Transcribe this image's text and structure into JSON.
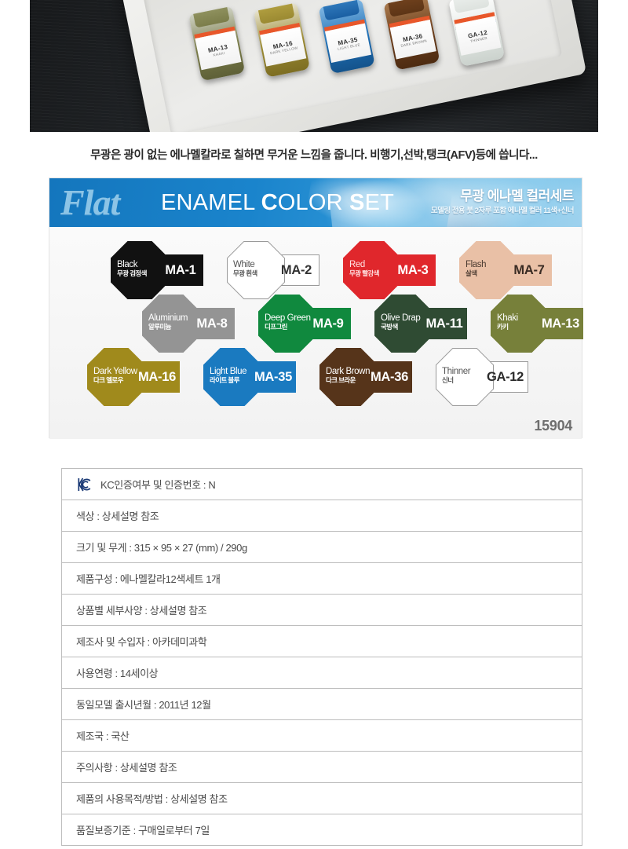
{
  "photo": {
    "alt": "Akademi Flat Enamel paint bottles in white tray on dark wood desk",
    "bottles": [
      {
        "code": "MA-13",
        "sub": "KHAKI",
        "color": "#7b7d4a",
        "cap": "#8b8d5a"
      },
      {
        "code": "MA-16",
        "sub": "DARK YELLOW",
        "color": "#9b8a32",
        "cap": "#a89533"
      },
      {
        "code": "MA-35",
        "sub": "LIGHT BLUE",
        "color": "#1f6fb5",
        "cap": "#1a5fa3"
      },
      {
        "code": "MA-36",
        "sub": "DARK BROWN",
        "color": "#6b3d1b",
        "cap": "#5d3516"
      },
      {
        "code": "GA-12",
        "sub": "THINNER",
        "color": "#dfe3e0",
        "cap": "#e8ece9"
      }
    ]
  },
  "caption": {
    "text": "무광은 광이 없는 에나멜칼라로 칠하면 무거운 느낌을 줍니다. 비행기,선박,탱크(AFV)등에 씁니다..."
  },
  "banner": {
    "script_word": "Flat",
    "title_parts": [
      "ENAMEL ",
      "C",
      "OLOR ",
      "S",
      "ET"
    ],
    "title_full": "ENAMEL COLOR SET",
    "kr_title": "무광 에나멜 컬러세트",
    "kr_sub": "모델링 전용 붓 2자루 포함   에나멜 컬러 11색+신너",
    "accent_color": "#1a84cc",
    "script_color": "#8cc4e6"
  },
  "chips": [
    {
      "code": "MA-1",
      "name_en": "Black",
      "name_kr": "무광 검정색",
      "fill": "#111111",
      "text": "#ffffff",
      "code_color": "#ffffff",
      "outline": false,
      "row": 0,
      "col": 0
    },
    {
      "code": "MA-2",
      "name_en": "White",
      "name_kr": "무광 흰색",
      "fill": "#ffffff",
      "text": "#555555",
      "code_color": "#333333",
      "outline": true,
      "row": 0,
      "col": 1
    },
    {
      "code": "MA-3",
      "name_en": "Red",
      "name_kr": "무광 빨강색",
      "fill": "#e0272c",
      "text": "#ffe3e3",
      "code_color": "#ffffff",
      "outline": false,
      "row": 0,
      "col": 2
    },
    {
      "code": "MA-7",
      "name_en": "Flash",
      "name_kr": "살색",
      "fill": "#e9c0a6",
      "text": "#4a3a30",
      "code_color": "#3a2c24",
      "outline": false,
      "row": 0,
      "col": 3
    },
    {
      "code": "MA-8",
      "name_en": "Aluminium",
      "name_kr": "알루미늄",
      "fill": "#949494",
      "text": "#ffffff",
      "code_color": "#ffffff",
      "outline": false,
      "row": 1,
      "col": 0
    },
    {
      "code": "MA-9",
      "name_en": "Deep Green",
      "name_kr": "디프그린",
      "fill": "#10893e",
      "text": "#ffffff",
      "code_color": "#ffffff",
      "outline": false,
      "row": 1,
      "col": 1
    },
    {
      "code": "MA-11",
      "name_en": "Olive Drap",
      "name_kr": "국방색",
      "fill": "#2f4b33",
      "text": "#ffffff",
      "code_color": "#ffffff",
      "outline": false,
      "row": 1,
      "col": 2
    },
    {
      "code": "MA-13",
      "name_en": "Khaki",
      "name_kr": "카키",
      "fill": "#77803a",
      "text": "#ffffff",
      "code_color": "#ffffff",
      "outline": false,
      "row": 1,
      "col": 3
    },
    {
      "code": "MA-16",
      "name_en": "Dark Yellow",
      "name_kr": "다크 옐로우",
      "fill": "#a08a1c",
      "text": "#ffffff",
      "code_color": "#ffffff",
      "outline": false,
      "row": 2,
      "col": 0
    },
    {
      "code": "MA-35",
      "name_en": "Light Blue",
      "name_kr": "라이트 블루",
      "fill": "#1a7ac0",
      "text": "#ffffff",
      "code_color": "#ffffff",
      "outline": false,
      "row": 2,
      "col": 1
    },
    {
      "code": "MA-36",
      "name_en": "Dark Brown",
      "name_kr": "다크 브라운",
      "fill": "#56341a",
      "text": "#ffffff",
      "code_color": "#ffffff",
      "outline": false,
      "row": 2,
      "col": 2
    },
    {
      "code": "GA-12",
      "name_en": "Thinner",
      "name_kr": "신너",
      "fill": "#ffffff",
      "text": "#555555",
      "code_color": "#2b2b2b",
      "outline": true,
      "row": 2,
      "col": 3
    }
  ],
  "product_number": "15904",
  "spec_table": {
    "rows": [
      {
        "text": "KC인증여부 및 인증번호 : N",
        "icon": "kc-certification-logo"
      },
      {
        "text": "색상 : 상세설명 참조"
      },
      {
        "text": "크기 및 무게 : 315 × 95 × 27 (mm)  /   290g"
      },
      {
        "text": "제품구성 : 에나멜칼라12색세트 1개"
      },
      {
        "text": "상품별 세부사양 : 상세설명 참조"
      },
      {
        "text": "제조사 및 수입자 : 아카데미과학"
      },
      {
        "text": "사용연령 : 14세이상"
      },
      {
        "text": "동일모델 출시년월 : 2011년 12월"
      },
      {
        "text": "제조국 : 국산"
      },
      {
        "text": "주의사항 : 상세설명 참조"
      },
      {
        "text": "제품의 사용목적/방법 : 상세설명 참조"
      },
      {
        "text": "품질보증기준 : 구매일로부터 7일"
      }
    ]
  }
}
